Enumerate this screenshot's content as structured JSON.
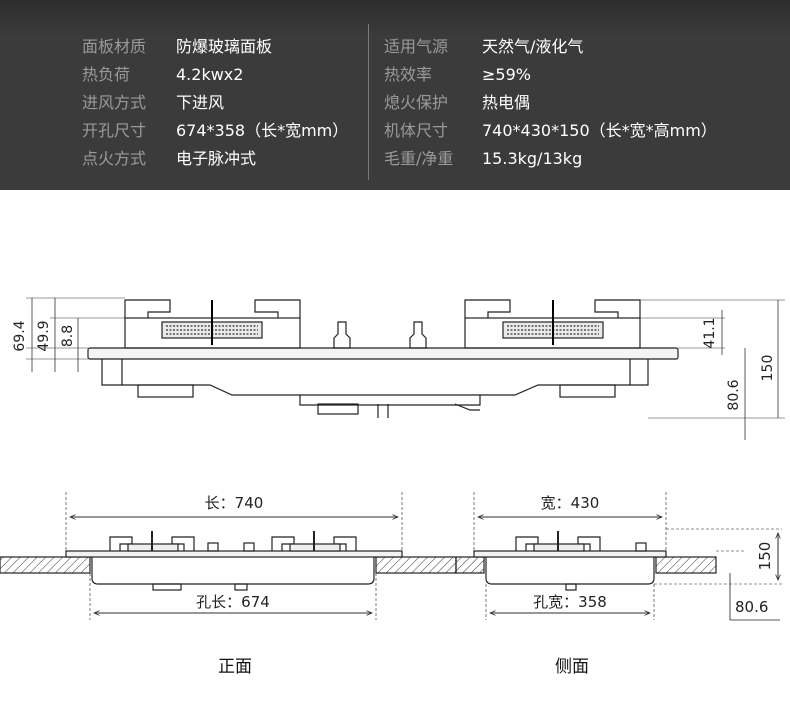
{
  "specs_left": [
    {
      "label": "面板材质",
      "value": "防爆玻璃面板"
    },
    {
      "label": "热负荷",
      "value": "4.2kwx2"
    },
    {
      "label": "进风方式",
      "value": "下进风"
    },
    {
      "label": "开孔尺寸",
      "value": "674*358（长*宽mm）"
    },
    {
      "label": "点火方式",
      "value": "电子脉冲式"
    }
  ],
  "specs_right": [
    {
      "label": "适用气源",
      "value": "天然气/液化气"
    },
    {
      "label": "热效率",
      "value": "≥59%"
    },
    {
      "label": "熄火保护",
      "value": "热电偶"
    },
    {
      "label": "机体尺寸",
      "value": "740*430*150（长*宽*高mm）"
    },
    {
      "label": "毛重/净重",
      "value": "15.3kg/13kg"
    }
  ],
  "side_view_dims": {
    "d1": "69.4",
    "d2": "49.9",
    "d3": "8.8",
    "d4": "41.1",
    "d5": "80.6",
    "d6": "150"
  },
  "front_view": {
    "length": "长：740",
    "hole_length": "孔长：674",
    "caption": "正面"
  },
  "side_view": {
    "width": "宽：430",
    "hole_width": "孔宽：358",
    "height": "150",
    "depth": "80.6",
    "caption": "侧面"
  }
}
